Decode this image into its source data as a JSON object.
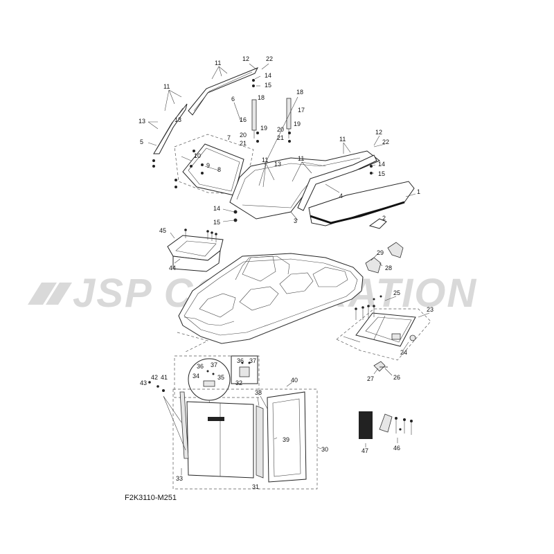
{
  "watermark": "JSP CORPORATION",
  "diagram_code": "F2K3110-M251",
  "callouts": {
    "c1": "1",
    "c2": "2",
    "c3": "3",
    "c4": "4",
    "c5": "5",
    "c6": "6",
    "c7": "7",
    "c8": "8",
    "c9": "9",
    "c10": "10",
    "c11": "11",
    "c12": "12",
    "c13": "13",
    "c14": "14",
    "c15": "15",
    "c16": "16",
    "c17": "17",
    "c18": "18",
    "c19": "19",
    "c20": "20",
    "c21": "21",
    "c22": "22",
    "c23": "23",
    "c24": "24",
    "c25": "25",
    "c26": "26",
    "c27": "27",
    "c28": "28",
    "c29": "29",
    "c30": "30",
    "c31": "31",
    "c32": "32",
    "c33": "33",
    "c34": "34",
    "c35": "35",
    "c36": "36",
    "c37": "37",
    "c38": "38",
    "c39": "39",
    "c40": "40",
    "c41": "41",
    "c42": "42",
    "c43": "43",
    "c44": "44",
    "c45": "45",
    "c46": "46",
    "c47": "47"
  }
}
